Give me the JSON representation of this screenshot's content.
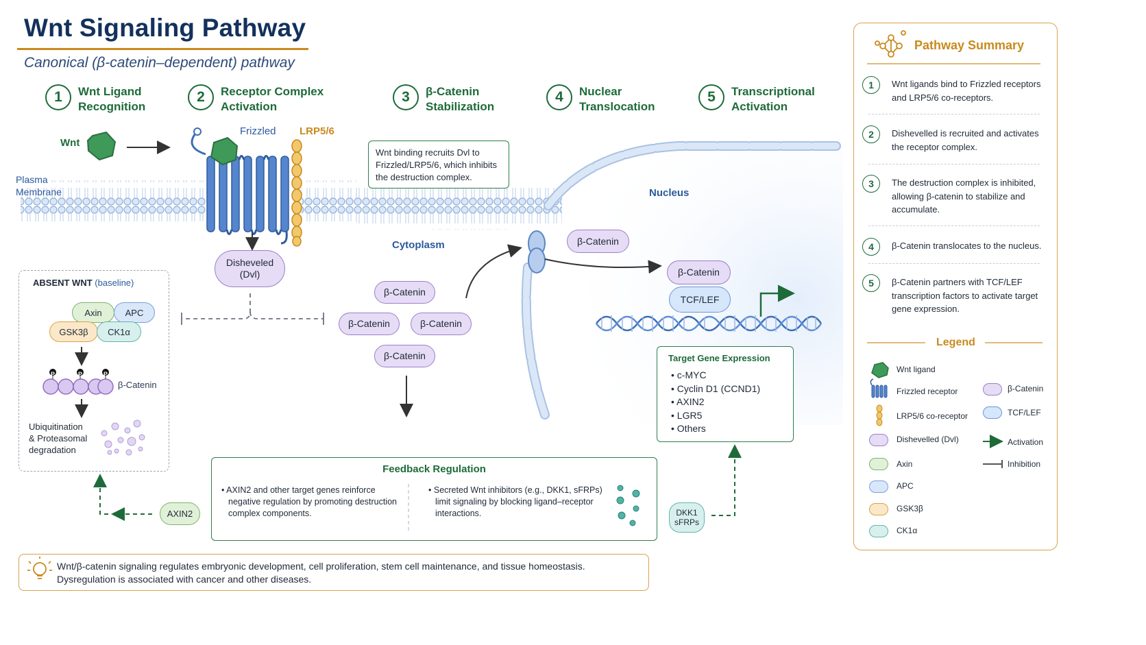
{
  "title": "Wnt Signaling Pathway",
  "subtitle": "Canonical (β-catenin–dependent) pathway",
  "steps": [
    {
      "num": "1",
      "label": "Wnt Ligand\nRecognition"
    },
    {
      "num": "2",
      "label": "Receptor Complex\nActivation"
    },
    {
      "num": "3",
      "label": "β-Catenin\nStabilization"
    },
    {
      "num": "4",
      "label": "Nuclear\nTranslocation"
    },
    {
      "num": "5",
      "label": "Transcriptional\nActivation"
    }
  ],
  "labels": {
    "wnt": "Wnt",
    "frizzled": "Frizzled",
    "lrp": "LRP5/6",
    "plasma_membrane": "Plasma\nMembrane",
    "cytoplasm": "Cytoplasm",
    "nucleus": "Nucleus",
    "dvl": "Disheveled\n(Dvl)",
    "callout": "Wnt binding recruits Dvl to Frizzled/LRP5/6, which inhibits the destruction complex.",
    "beta_catenin": "β-Catenin",
    "tcf_lef": "TCF/LEF",
    "axin2": "AXIN2",
    "dkk1": "DKK1\nsFRPs",
    "phospho": "P"
  },
  "absent_wnt": {
    "title_bold": "ABSENT WNT",
    "title_rest": " (baseline)",
    "axin": "Axin",
    "apc": "APC",
    "gsk": "GSK3β",
    "ck1": "CK1α",
    "beta_catenin": "β-Catenin",
    "degradation": "Ubiquitination\n& Proteasomal\ndegradation"
  },
  "target_genes": {
    "title": "Target Gene Expression",
    "items": [
      "c-MYC",
      "Cyclin D1 (CCND1)",
      "AXIN2",
      "LGR5",
      "Others"
    ]
  },
  "feedback": {
    "title": "Feedback Regulation",
    "left": "AXIN2 and other target genes reinforce negative regulation by promoting destruction complex components.",
    "right": "Secreted Wnt inhibitors (e.g., DKK1, sFRPs) limit signaling by blocking ligand–receptor interactions."
  },
  "footer": "Wnt/β-catenin signaling regulates embryonic development, cell proliferation, stem cell maintenance, and tissue homeostasis.\nDysregulation is associated with cancer and other diseases.",
  "summary": {
    "title": "Pathway Summary",
    "items": [
      {
        "num": "1",
        "text": "Wnt ligands bind to Frizzled receptors and LRP5/6 co-receptors."
      },
      {
        "num": "2",
        "text": "Dishevelled is recruited and activates the receptor complex."
      },
      {
        "num": "3",
        "text": "The destruction complex is inhibited, allowing β-catenin to stabilize and accumulate."
      },
      {
        "num": "4",
        "text": "β-Catenin translocates to the nucleus."
      },
      {
        "num": "5",
        "text": "β-Catenin partners with TCF/LEF transcription factors to activate target gene expression."
      }
    ]
  },
  "legend": {
    "title": "Legend",
    "items": {
      "wnt": "Wnt ligand",
      "frizzled": "Frizzled receptor",
      "lrp": "LRP5/6 co-receptor",
      "dvl": "Dishevelled (Dvl)",
      "axin": "Axin",
      "apc": "APC",
      "gsk": "GSK3β",
      "ck1": "CK1α",
      "beta_catenin": "β-Catenin",
      "tcf": "TCF/LEF",
      "activation": "Activation",
      "inhibition": "Inhibition"
    }
  },
  "colors": {
    "navy": "#13315c",
    "green": "#1e6b3a",
    "gold": "#c98a1d",
    "receptor_blue": "#3a6fb5",
    "wnt_green": "#3f9a5a",
    "lrp_gold": "#e8b54a",
    "purple": "#9b7fc9"
  }
}
